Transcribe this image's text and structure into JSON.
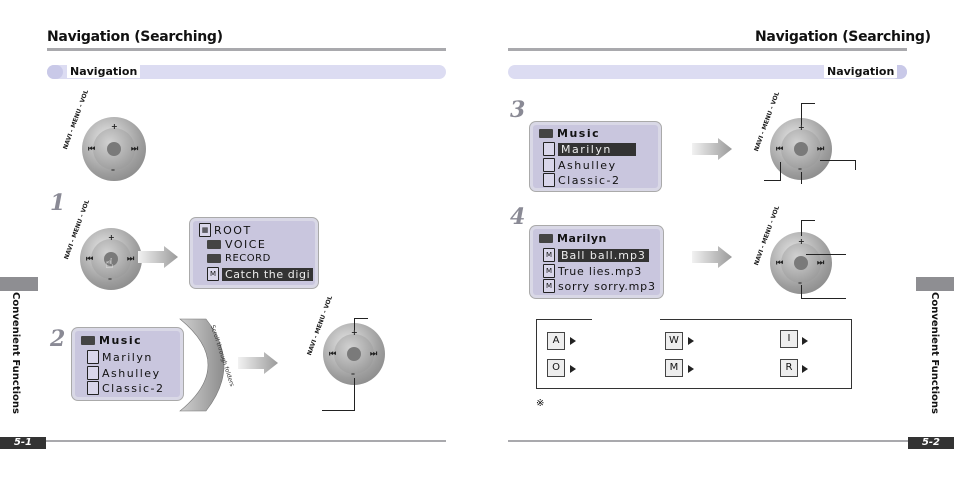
{
  "left_page": {
    "title": "Navigation (Searching)",
    "section": "Navigation",
    "side_label": "Convenient Functions",
    "page_number": "5-1",
    "steps": [
      {
        "number": "1"
      },
      {
        "number": "2"
      }
    ],
    "step1_screen": {
      "rows": [
        {
          "icon": "drive",
          "text": "ROOT"
        },
        {
          "icon": "folder",
          "text": "VOICE"
        },
        {
          "icon": "folder",
          "text": "RECORD"
        },
        {
          "icon": "M",
          "text": "Catch the digi",
          "selected": true
        }
      ]
    },
    "step2_screen": {
      "rows": [
        {
          "icon": "folder",
          "text": "Music"
        },
        {
          "icon": "file",
          "text": "Marilyn"
        },
        {
          "icon": "file",
          "text": "Ashulley"
        },
        {
          "icon": "file",
          "text": "Classic-2"
        }
      ],
      "curve_label": "Scroll through folders"
    },
    "knob_label": "NAVI - MENU - VOL"
  },
  "right_page": {
    "title": "Navigation (Searching)",
    "section": "Navigation",
    "side_label": "Convenient Functions",
    "page_number": "5-2",
    "steps": [
      {
        "number": "3"
      },
      {
        "number": "4"
      }
    ],
    "step3_screen": {
      "rows": [
        {
          "icon": "folder",
          "text": "Music"
        },
        {
          "icon": "file",
          "text": "Marilyn",
          "selected": true
        },
        {
          "icon": "file",
          "text": "Ashulley"
        },
        {
          "icon": "file",
          "text": "Classic-2"
        }
      ]
    },
    "step4_screen": {
      "rows": [
        {
          "icon": "folder",
          "text": "Marilyn"
        },
        {
          "icon": "M",
          "text": "Ball ball.mp3",
          "selected": true
        },
        {
          "icon": "M",
          "text": "True lies.mp3"
        },
        {
          "icon": "M",
          "text": "sorry sorry.mp3"
        }
      ]
    },
    "legend": {
      "items": [
        "A",
        "W",
        "I",
        "O",
        "M",
        "R"
      ]
    },
    "note_mark": "※"
  },
  "colors": {
    "rule": "#a9a9ad",
    "tab_bar": "#dcdcf2",
    "screen_bg": "#c9c6de",
    "side_tab": "#8e8e92"
  }
}
